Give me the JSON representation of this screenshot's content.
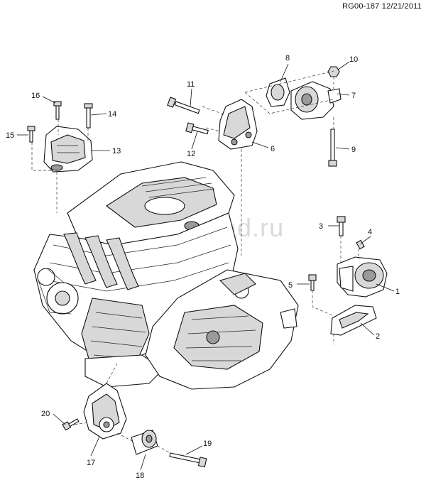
{
  "header": {
    "ref_code": "RG00-187 12/21/2011"
  },
  "watermark": {
    "text": "www.gruklad.ru"
  },
  "callouts": {
    "c1": "1",
    "c2": "2",
    "c3": "3",
    "c4": "4",
    "c5": "5",
    "c6": "6",
    "c7": "7",
    "c8": "8",
    "c9": "9",
    "c10": "10",
    "c11": "11",
    "c12": "12",
    "c13": "13",
    "c14": "14",
    "c15": "15",
    "c16": "16",
    "c17": "17",
    "c18": "18",
    "c19": "19",
    "c20": "20"
  }
}
